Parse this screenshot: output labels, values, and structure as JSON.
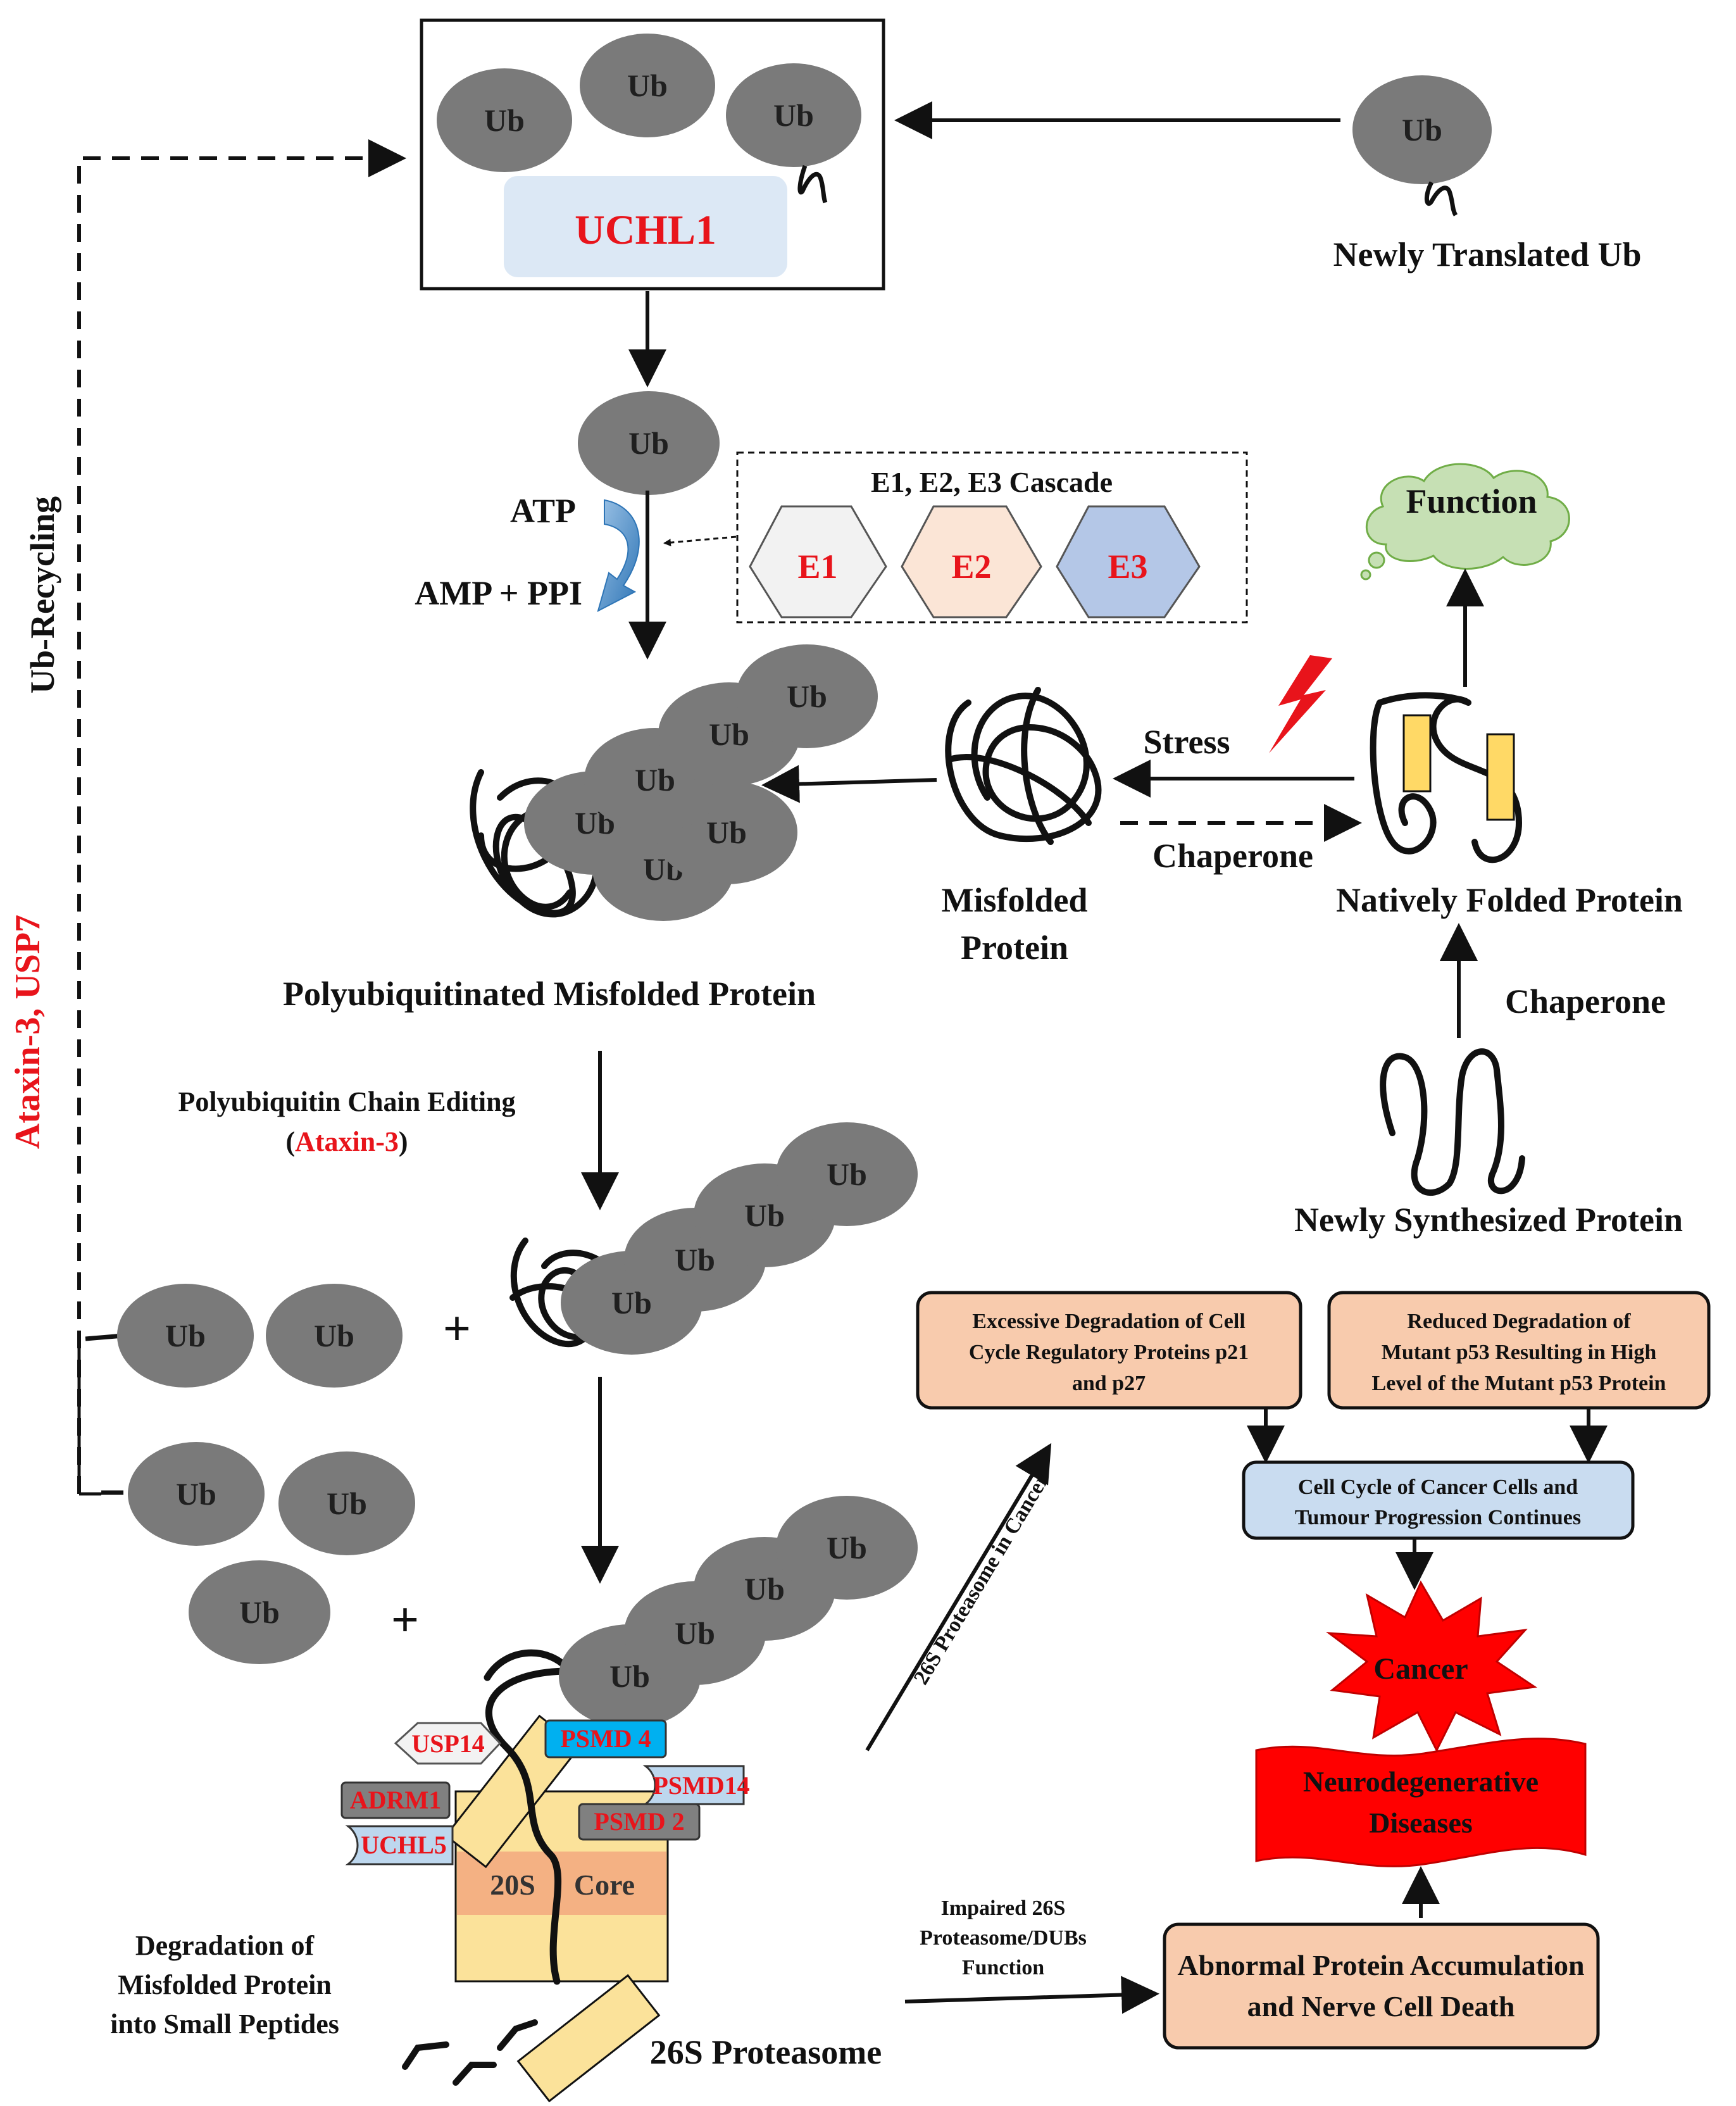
{
  "ub": {
    "label": "Ub"
  },
  "uchl1": {
    "label": "UCHL1"
  },
  "newly_translated_ub": "Newly Translated Ub",
  "atp": "ATP",
  "amp_ppi": "AMP + PPI",
  "cascade": {
    "title": "E1, E2, E3 Cascade",
    "e1": "E1",
    "e2": "E2",
    "e3": "E3"
  },
  "function": "Function",
  "stress": "Stress",
  "chaperone": "Chaperone",
  "misfolded_protein": [
    "Misfolded",
    "Protein"
  ],
  "natively_folded_protein": "Natively Folded Protein",
  "polyubiquitinated": "Polyubiquitinated Misfolded Protein",
  "newly_synthesized": "Newly Synthesized Protein",
  "chain_editing": {
    "line1": "Polyubiquitin Chain Editing",
    "open": "(",
    "enzyme": "Ataxin-3",
    "close": ")"
  },
  "ub_recycling": "Ub-Recycling",
  "recycling_dubs": "Ataxin-3, USP7",
  "plus": "+",
  "proteasome": {
    "usp14": "USP14",
    "psmd4": "PSMD 4",
    "adrm1": "ADRM1",
    "psmd14": "PSMD14",
    "uchl5": "UCHL5",
    "psmd2": "PSMD 2",
    "core_20s": "20S",
    "core_word": "Core",
    "name": "26S Proteasome"
  },
  "degradation": [
    "Degradation of",
    "Misfolded Protein",
    "into Small Peptides"
  ],
  "proteasome_in_cancer": "26S Proteasome in Cancer",
  "impaired": [
    "Impaired 26S",
    "Proteasome/DUBs",
    "Function"
  ],
  "excessive_degradation": [
    "Excessive Degradation of Cell",
    "Cycle Regulatory Proteins p21",
    "and p27"
  ],
  "reduced_degradation": [
    "Reduced Degradation of",
    "Mutant p53 Resulting in High",
    "Level of the Mutant p53 Protein"
  ],
  "cell_cycle": [
    "Cell Cycle of Cancer Cells and",
    "Tumour Progression Continues"
  ],
  "cancer": "Cancer",
  "neuro": [
    "Neurodegenerative",
    "Diseases"
  ],
  "abnormal": [
    "Abnormal Protein Accumulation",
    "and Nerve Cell Death"
  ],
  "colors": {
    "ub_fill": "#7a7a7a",
    "uchl1_bg": "#dce8f5",
    "highlight_red": "#e8141b",
    "peach_box": "#f8cbad",
    "blue_box": "#c9dcf0",
    "function_cloud": "#c6e0b4",
    "proteasome_yellow": "#fbe29a",
    "core_band": "#f4b183"
  }
}
